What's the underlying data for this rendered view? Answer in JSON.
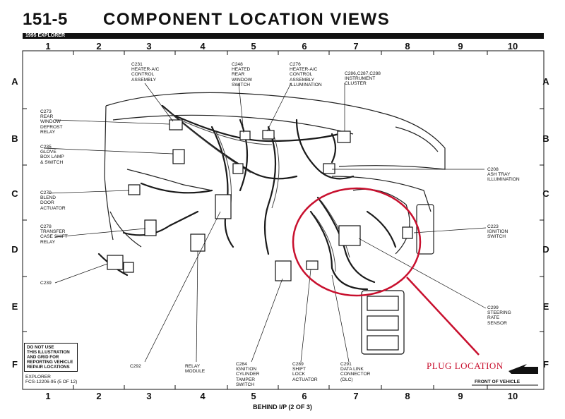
{
  "header": {
    "section": "151-5",
    "title": "COMPONENT LOCATION VIEWS",
    "vehicle": "1995 EXPLORER"
  },
  "grid": {
    "columns": [
      "1",
      "2",
      "3",
      "4",
      "5",
      "6",
      "7",
      "8",
      "9",
      "10"
    ],
    "rows": [
      "A",
      "B",
      "C",
      "D",
      "E",
      "F"
    ]
  },
  "labels": {
    "c231": "C231\nHEATER-A/C\nCONTROL\nASSEMBLY",
    "c248": "C248\nHEATED\nREAR\nWINDOW\nSWITCH",
    "c276": "C276\nHEATER-A/C\nCONTROL\nASSEMBLY\nILLUMINATION",
    "c286": "C286,C287,C288\nINSTRUMENT\nCLUSTER",
    "c273": "C273\nREAR\nWINDOW\nDEFROST\nRELAY",
    "c235": "C235\nGLOVE\nBOX LAMP\n& SWITCH",
    "c270": "C270\nBLEND\nDOOR\nACTUATOR",
    "c278": "C278\nTRANSFER\nCASE SHIFT\nRELAY",
    "c239": "C239",
    "c208": "C208\nASH TRAY\nILLUMINATION",
    "c223": "C223\nIGNITION\nSWITCH",
    "c299": "C299\nSTEERING\nRATE\nSENSOR",
    "c292": "C292",
    "relay": "RELAY\nMODULE",
    "c284": "C284\nIGNITION\nCYLINDER\nTAMPER\nSWITCH",
    "c289": "C289\nSHIFT\nLOCK\nACTUATOR",
    "c291": "C291\nDATA LINK\nCONNECTOR\n(DLC)"
  },
  "note": "DO NOT USE\nTHIS ILLUSTRATION\nAND GRID FOR\nREPORTING VEHICLE\nREPAIR LOCATIONS",
  "footer_ref": "EXPLORER\nFCS-12206-95 (5 OF 12)",
  "bottom_title": "BEHIND I/P (2 OF 3)",
  "front_label": "FRONT OF VEHICLE",
  "annotation": {
    "text": "PLUG LOCATION",
    "color": "#c8102e"
  }
}
